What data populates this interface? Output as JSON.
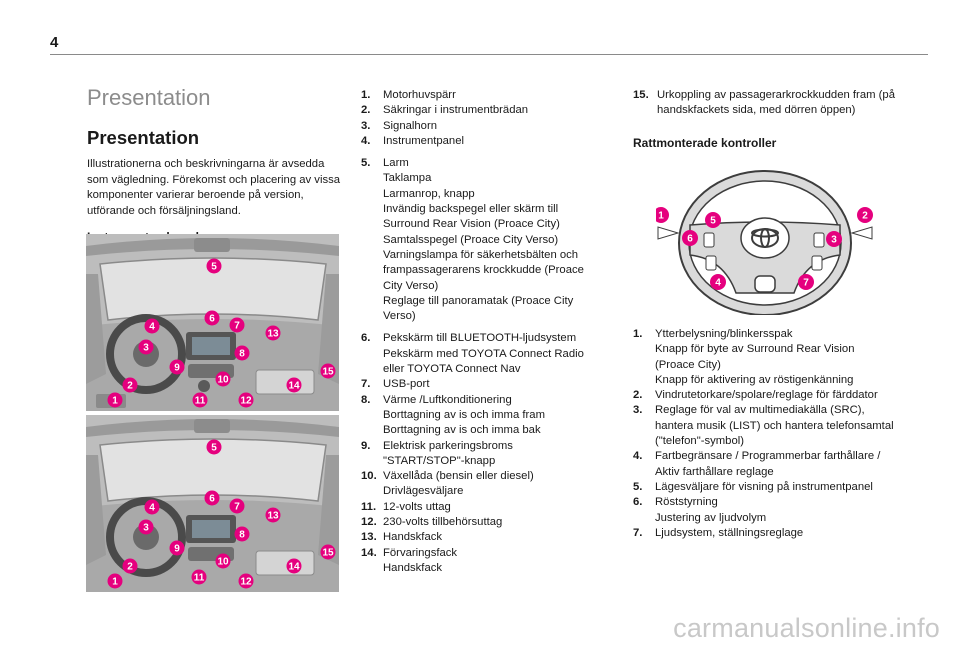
{
  "page": {
    "number": "4"
  },
  "col1": {
    "section_title": "Presentation",
    "subtitle": "Presentation",
    "intro": "Illustrationerna och beskrivningarna är avsedda som vägledning. Förekomst och placering av vissa komponenter varierar beroende på version, utförande och försäljningsland.",
    "figure_heading": "Instrument och reglage"
  },
  "figure_badges": [
    "1",
    "2",
    "3",
    "4",
    "5",
    "6",
    "7",
    "8",
    "9",
    "10",
    "11",
    "12",
    "13",
    "14",
    "15"
  ],
  "list1": [
    {
      "num": "1.",
      "lines": [
        "Motorhuvspärr"
      ]
    },
    {
      "num": "2.",
      "lines": [
        "Säkringar i instrumentbrädan"
      ]
    },
    {
      "num": "3.",
      "lines": [
        "Signalhorn"
      ]
    },
    {
      "num": "4.",
      "lines": [
        "Instrumentpanel"
      ]
    },
    {
      "num": "5.",
      "lines": [
        "Larm",
        "Taklampa",
        "Larmanrop, knapp",
        "Invändig backspegel eller skärm till Surround Rear Vision (Proace City)",
        "Samtalsspegel (Proace City Verso)",
        "Varningslampa för säkerhetsbälten och frampassagerarens krockkudde (Proace City Verso)",
        "Reglage till panoramatak (Proace City Verso)"
      ]
    },
    {
      "num": "6.",
      "lines": [
        "Pekskärm till BLUETOOTH-ljudsystem",
        "Pekskärm med TOYOTA Connect Radio eller TOYOTA Connect Nav"
      ]
    },
    {
      "num": "7.",
      "lines": [
        "USB-port"
      ]
    },
    {
      "num": "8.",
      "lines": [
        "Värme /Luftkonditionering",
        "Borttagning av is och imma fram",
        "Borttagning av is och imma bak"
      ]
    },
    {
      "num": "9.",
      "lines": [
        "Elektrisk parkeringsbroms",
        "\"START/STOP\"-knapp"
      ]
    },
    {
      "num": "10.",
      "lines": [
        "Växellåda (bensin eller diesel)",
        "Drivlägesväljare"
      ]
    },
    {
      "num": "11.",
      "lines": [
        "12-volts uttag"
      ]
    },
    {
      "num": "12.",
      "lines": [
        "230-volts tillbehörsuttag"
      ]
    },
    {
      "num": "13.",
      "lines": [
        "Handskfack"
      ]
    },
    {
      "num": "14.",
      "lines": [
        "Förvaringsfack",
        "Handskfack"
      ]
    }
  ],
  "col3": {
    "item15_num": "15.",
    "item15_text": "Urkoppling av passagerarkrockkudden fram (på handskfackets sida, med dörren öppen)",
    "heading": "Rattmonterade kontroller"
  },
  "wheel_badges": [
    "1",
    "2",
    "3",
    "4",
    "5",
    "6",
    "7"
  ],
  "list2": [
    {
      "num": "1.",
      "lines": [
        "Ytterbelysning/blinkersspak",
        "Knapp för byte av Surround Rear Vision (Proace City)",
        "Knapp för aktivering av röstigenkänning"
      ]
    },
    {
      "num": "2.",
      "lines": [
        "Vindrutetorkare/spolare/reglage för färddator"
      ]
    },
    {
      "num": "3.",
      "lines": [
        "Reglage för val av multimediakälla (SRC), hantera musik (LIST) och hantera telefonsamtal (\"telefon\"-symbol)"
      ]
    },
    {
      "num": "4.",
      "lines": [
        "Fartbegränsare / Programmerbar farthållare / Aktiv farthållare reglage"
      ]
    },
    {
      "num": "5.",
      "lines": [
        "Lägesväljare för visning på instrumentpanel"
      ]
    },
    {
      "num": "6.",
      "lines": [
        "Röststyrning",
        "Justering av ljudvolym"
      ]
    },
    {
      "num": "7.",
      "lines": [
        "Ljudsystem, ställningsreglage"
      ]
    }
  ],
  "watermark": "carmanualsonline.info",
  "colors": {
    "badge": "#e5007e",
    "figure_bg": "#bdbdbd",
    "section_title": "#8c8c8c"
  }
}
